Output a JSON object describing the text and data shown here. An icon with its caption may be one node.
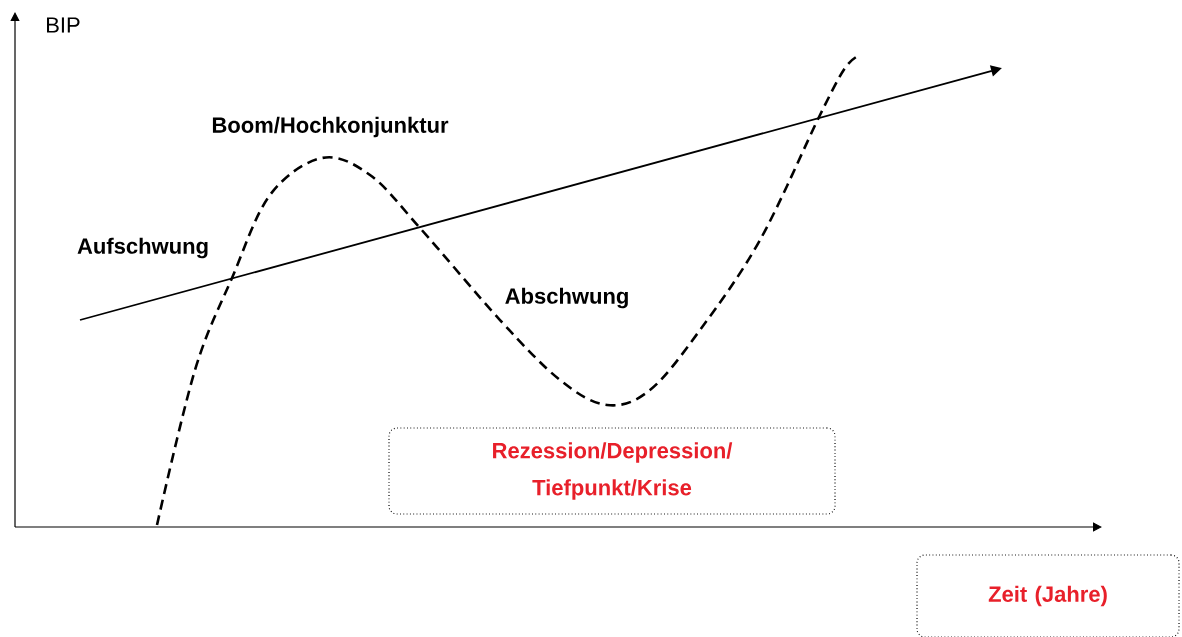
{
  "diagram": {
    "nodes": [
      {
        "text": [
          "Rezession/Depression/ Tiefpunkt/Krise"
        ]
      },
      {
        "text": [
          "Zeit (Jahre)"
        ]
      }
    ],
    "edges": [],
    "labels": [
      "BIP",
      "Boom/Hochkonjunktur",
      "Aufschwung",
      "Abschwung"
    ]
  }
}
